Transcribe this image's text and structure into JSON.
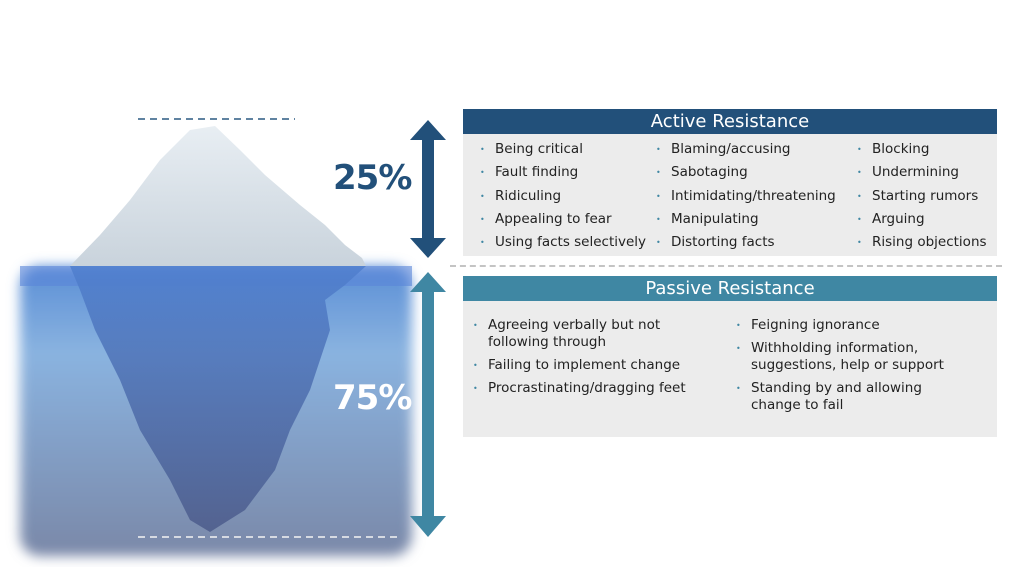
{
  "iceberg": {
    "above_label": "25%",
    "below_label": "75%",
    "above_percent": 25,
    "below_percent": 75
  },
  "colors": {
    "active": "#22507a",
    "passive": "#3f87a3",
    "panel": "#ececec"
  },
  "active": {
    "title": "Active Resistance",
    "columns": [
      [
        "Being critical",
        "Fault finding",
        "Ridiculing",
        "Appealing to fear",
        "Using facts selectively"
      ],
      [
        "Blaming/accusing",
        "Sabotaging",
        "Intimidating/threatening",
        "Manipulating",
        "Distorting facts"
      ],
      [
        "Blocking",
        "Undermining",
        "Starting rumors",
        "Arguing",
        "Rising objections"
      ]
    ]
  },
  "passive": {
    "title": "Passive Resistance",
    "columns": [
      [
        "Agreeing verbally but not following through",
        "Failing to implement change",
        "Procrastinating/dragging feet"
      ],
      [
        "Feigning ignorance",
        "Withholding information, suggestions, help or support",
        "Standing by and allowing change to fail"
      ]
    ]
  }
}
